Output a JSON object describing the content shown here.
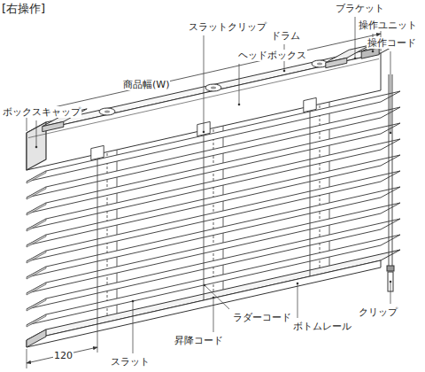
{
  "diagram": {
    "title": "[右操作]",
    "labels": [
      "ブラケット",
      "スラットクリップ",
      "ドラム",
      "操作ユニット",
      "ヘッドボックス",
      "操作コード",
      "商品幅(W)",
      "ボックスキャップ",
      "クリップ",
      "ラダーコード",
      "ボトムレール",
      "昇降コード",
      "120",
      "スラット"
    ]
  }
}
